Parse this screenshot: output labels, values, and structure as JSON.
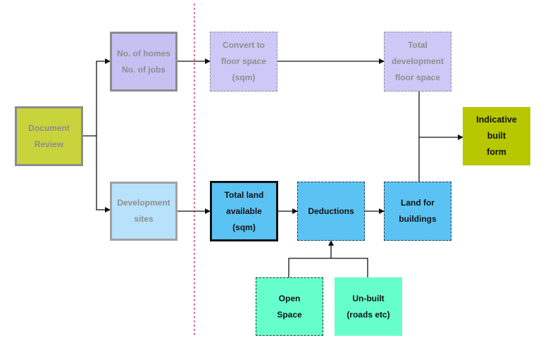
{
  "nodes": {
    "document_review": "Document\nReview",
    "homes_jobs": "No. of homes\nNo. of jobs",
    "development_sites": "Development\nsites",
    "convert_floor_space": "Convert to\nfloor space\n(sqm)",
    "total_development_floor_space": "Total\ndevelopment\nfloor space",
    "total_land_available": "Total land\navailable\n(sqm)",
    "deductions": "Deductions",
    "land_for_buildings": "Land for\nbuildings",
    "indicative_built_form": "Indicative\nbuilt\nform",
    "open_space": "Open\nSpace",
    "unbuilt": "Un-built\n(roads etc)"
  },
  "colors": {
    "divider": "#e0457a",
    "connector": "#111111"
  }
}
